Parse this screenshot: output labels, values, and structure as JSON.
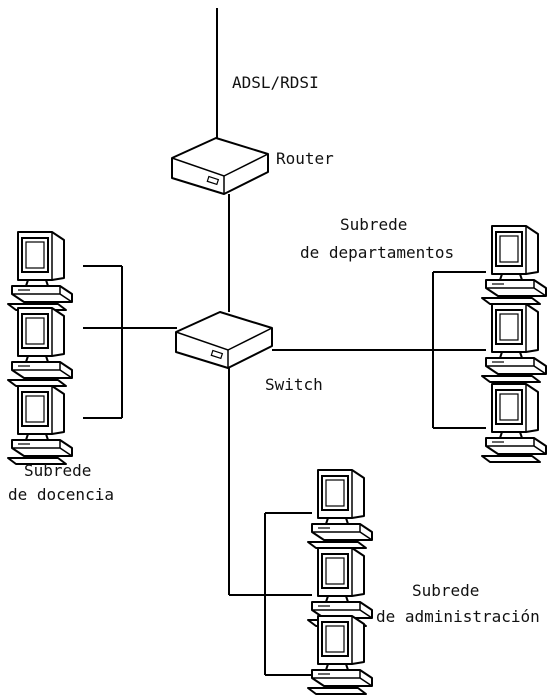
{
  "labels": {
    "uplink": "ADSL/RDSI",
    "router": "Router",
    "switch": "Switch",
    "docencia_line1": "Subrede",
    "docencia_line2": "de docencia",
    "departamentos_line1": "Subrede",
    "departamentos_line2": "de departamentos",
    "administracion_line1": "Subrede",
    "administracion_line2": "de administración"
  },
  "subnets": [
    {
      "id": "docencia",
      "computers": 3
    },
    {
      "id": "departamentos",
      "computers": 3
    },
    {
      "id": "administracion",
      "computers": 3
    }
  ],
  "icons": [
    "router-icon",
    "switch-icon",
    "computer-icon"
  ]
}
